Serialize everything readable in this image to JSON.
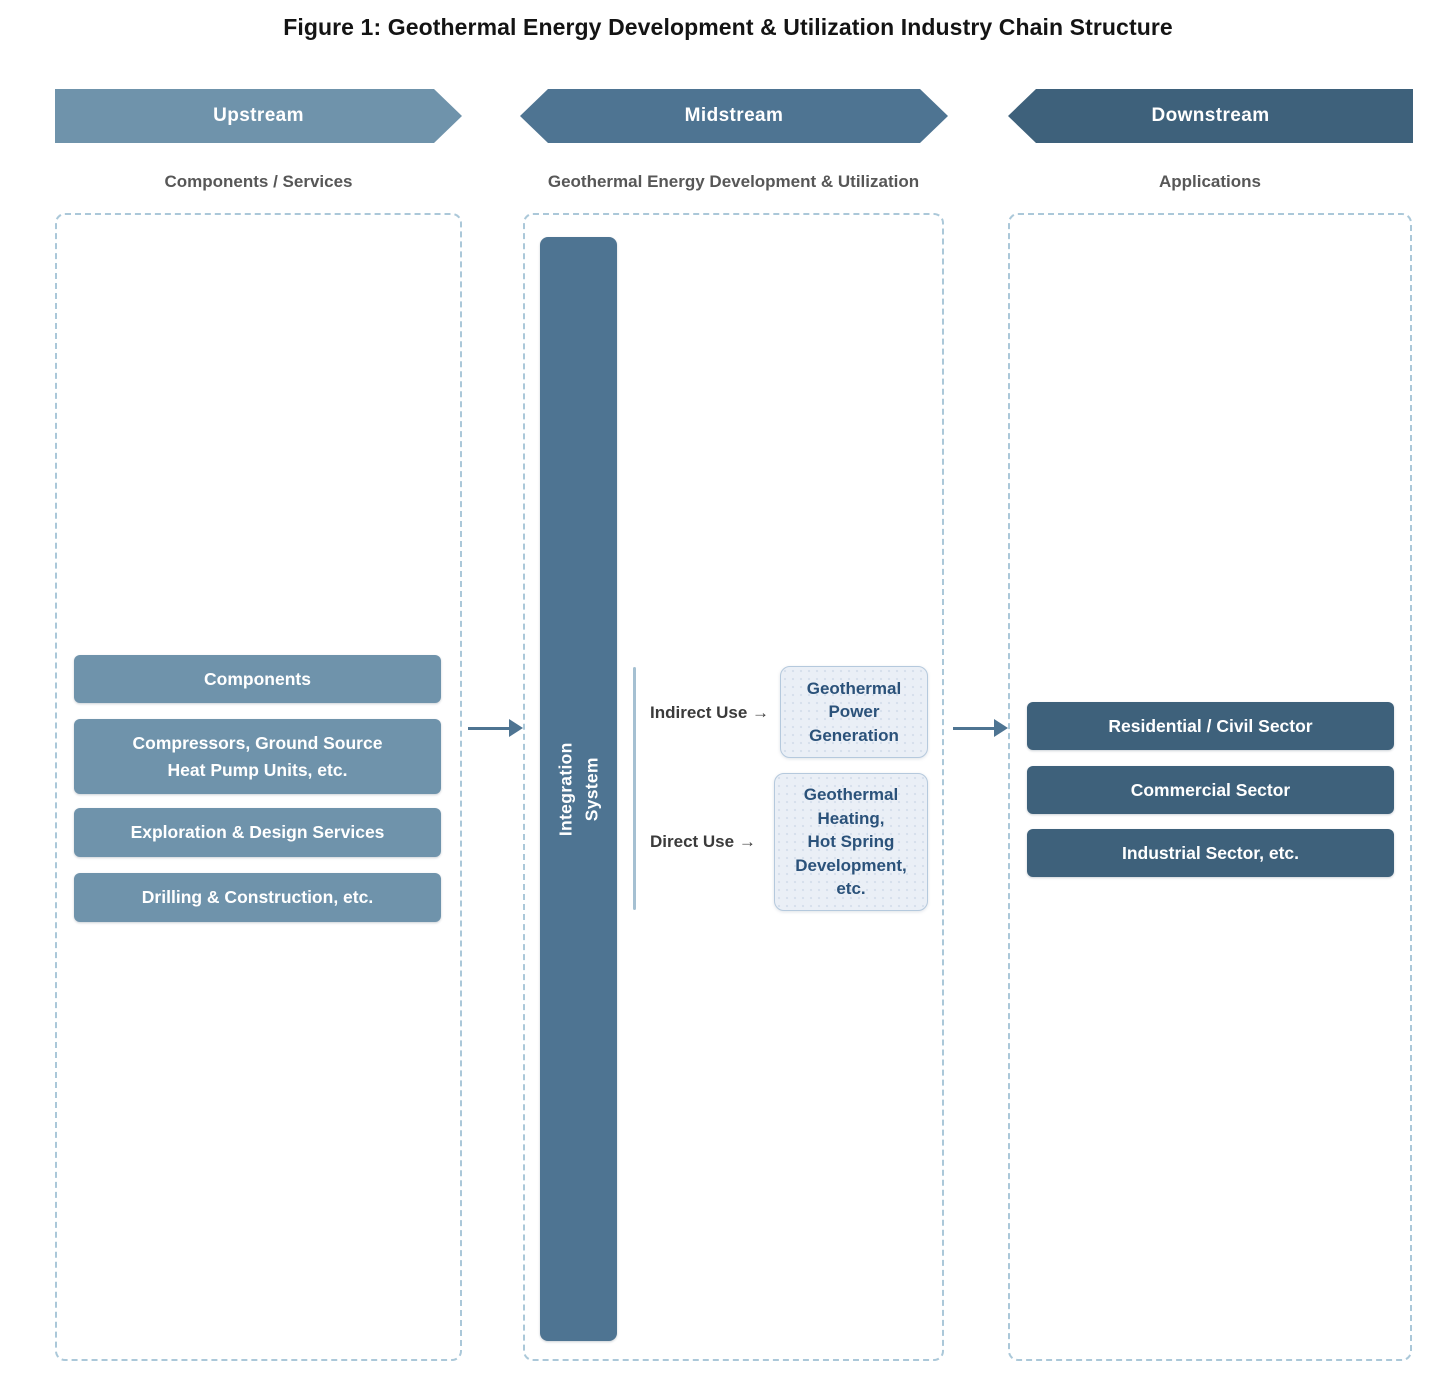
{
  "title": "Figure 1: Geothermal Energy Development & Utilization Industry Chain Structure",
  "stages": {
    "upstream": {
      "label": "Upstream",
      "sublabel": "Components / Services"
    },
    "midstream": {
      "label": "Midstream",
      "sublabel": "Geothermal Energy Development & Utilization"
    },
    "downstream": {
      "label": "Downstream",
      "sublabel": "Applications"
    }
  },
  "upstream": {
    "boxes": [
      "Components",
      "Compressors, Ground Source\nHeat Pump Units, etc.",
      "Exploration & Design Services",
      "Drilling & Construction, etc."
    ]
  },
  "midstream": {
    "integration_bar_label": "Integration\nSystem",
    "uses": [
      {
        "label": "Indirect Use →",
        "target": "Geothermal\nPower\nGeneration"
      },
      {
        "label": "Direct Use →",
        "target": "Geothermal\nHeating,\nHot Spring\nDevelopment,\netc."
      }
    ]
  },
  "downstream": {
    "boxes": [
      "Residential / Civil Sector",
      "Commercial Sector",
      "Industrial Sector, etc."
    ]
  },
  "colors": {
    "upstream_fill": "#6f93ab",
    "midstream_fill": "#4e7492",
    "downstream_fill": "#3e617b",
    "dashed_border": "#abc8d9",
    "light_box_fill": "#eaeff6",
    "light_box_border": "#b5c9dd",
    "light_box_text": "#2b527a",
    "arrow": "#4e7492",
    "title_text": "#141414",
    "sublabel_text": "#575757"
  }
}
